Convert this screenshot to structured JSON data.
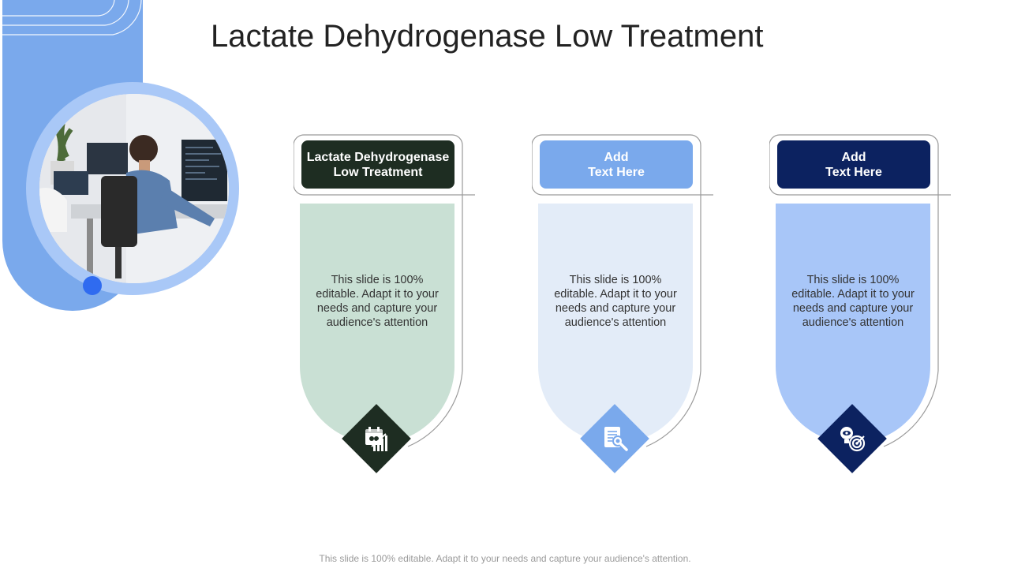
{
  "title": "Lactate Dehydrogenase Low Treatment",
  "cards": [
    {
      "header": "Lactate Dehydrogenase\nLow Treatment",
      "body": "This slide is 100% editable. Adapt it to your needs and capture your audience's attention",
      "icon": "calendar-growth-chart-icon",
      "header_color": "#1e2d22",
      "body_color": "#c9e0d4",
      "icon_color": "#1e2d22"
    },
    {
      "header": "Add\nText Here",
      "body": "This slide is 100% editable. Adapt it to your needs and capture your audience's attention",
      "icon": "document-search-icon",
      "header_color": "#7aa9ec",
      "body_color": "#e3ecf8",
      "icon_color": "#7aa9ec"
    },
    {
      "header": "Add\nText Here",
      "body": "This slide is 100% editable. Adapt it to your needs and capture your audience's attention",
      "icon": "lightbulb-target-icon",
      "header_color": "#0c2260",
      "body_color": "#a8c6f8",
      "icon_color": "#0c2260"
    }
  ],
  "footer": "This slide is 100% editable. Adapt it to your needs and capture your audience's attention.",
  "colors": {
    "accent_blue": "#7aa9ec",
    "ring_blue": "#a9c8f7",
    "dot_blue": "#2f6bf0"
  }
}
